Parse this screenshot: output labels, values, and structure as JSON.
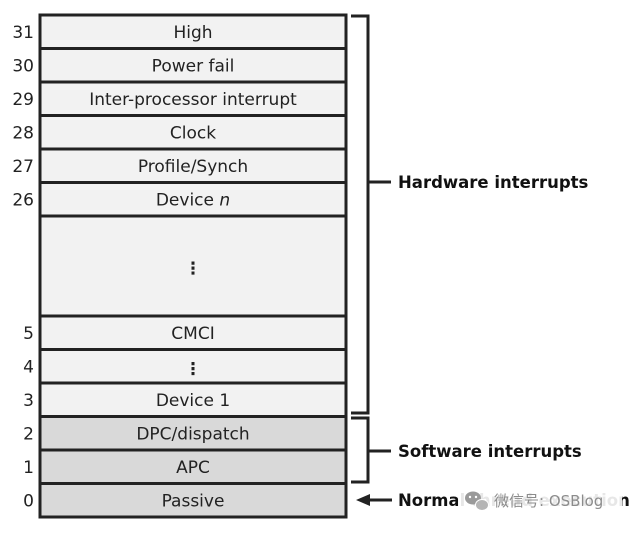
{
  "colors": {
    "border": "#222222",
    "hardware_fill": "#f2f2f2",
    "software_fill": "#d9d9d9",
    "text": "#222222"
  },
  "rows": [
    {
      "level": "31",
      "label": "High",
      "group": "hardware"
    },
    {
      "level": "30",
      "label": "Power fail",
      "group": "hardware"
    },
    {
      "level": "29",
      "label": "Inter-processor interrupt",
      "group": "hardware"
    },
    {
      "level": "28",
      "label": "Clock",
      "group": "hardware"
    },
    {
      "level": "27",
      "label": "Profile/Synch",
      "group": "hardware"
    },
    {
      "level": "26",
      "label": "Device",
      "label_italic": "n",
      "group": "hardware"
    },
    {
      "level": "",
      "label": "⋮",
      "group": "hardware",
      "gap": true
    },
    {
      "level": "5",
      "label": "CMCI",
      "group": "hardware"
    },
    {
      "level": "4",
      "label": "⋮",
      "group": "hardware"
    },
    {
      "level": "3",
      "label": "Device 1",
      "group": "hardware"
    },
    {
      "level": "2",
      "label": "DPC/dispatch",
      "group": "software"
    },
    {
      "level": "1",
      "label": "APC",
      "group": "software"
    },
    {
      "level": "0",
      "label": "Passive",
      "group": "software"
    }
  ],
  "groups": {
    "hardware": "Hardware interrupts",
    "software": "Software interrupts",
    "normal": "Normal thread execution"
  },
  "watermark": {
    "icon": "wechat-icon",
    "text": "微信号: OSBlog"
  }
}
